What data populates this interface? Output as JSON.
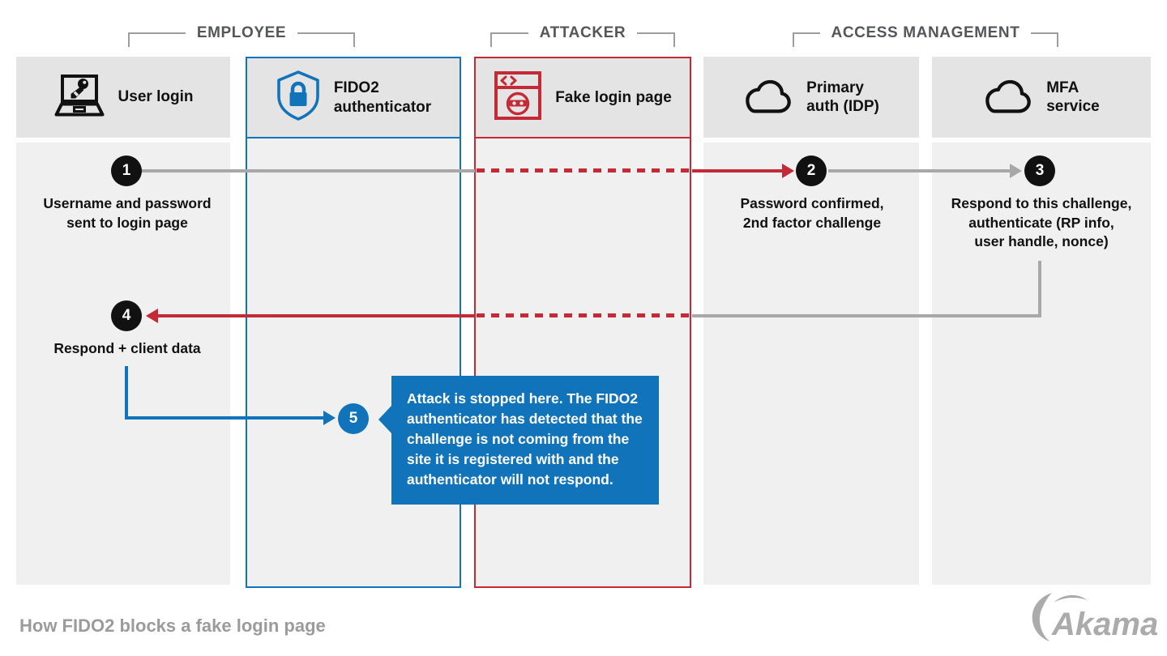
{
  "groups": [
    {
      "label": "EMPLOYEE"
    },
    {
      "label": "ATTACKER"
    },
    {
      "label": "ACCESS MANAGEMENT"
    }
  ],
  "lanes": [
    {
      "label": "User login",
      "icon": "laptop-key-icon"
    },
    {
      "label": "FIDO2\nauthenticator",
      "icon": "shield-lock-icon"
    },
    {
      "label": "Fake login page",
      "icon": "fake-browser-icon"
    },
    {
      "label": "Primary\nauth (IDP)",
      "icon": "cloud-icon"
    },
    {
      "label": "MFA\nservice",
      "icon": "cloud-icon"
    }
  ],
  "steps": [
    {
      "num": "1",
      "label": "Username and password\nsent to login page"
    },
    {
      "num": "2",
      "label": "Password confirmed,\n2nd factor challenge"
    },
    {
      "num": "3",
      "label": "Respond to this challenge,\nauthenticate (RP info,\nuser handle, nonce)"
    },
    {
      "num": "4",
      "label": "Respond + client data"
    },
    {
      "num": "5",
      "label": ""
    }
  ],
  "callout": {
    "text": "Attack is stopped here. The FIDO2 authenticator has detected that the challenge is not coming from the site it is registered with and the authenticator will not respond."
  },
  "footer": {
    "title": "How FIDO2 blocks a fake login page",
    "brand": "Akamai"
  },
  "colors": {
    "blue": "#1173BA",
    "red": "#C42A36",
    "gray_line": "#A8A8A8",
    "lane_header_bg": "#E4E4E4",
    "lane_body_bg": "#F0F0F0",
    "bracket_text": "#54565A",
    "footer_text": "#9B9B9B"
  }
}
